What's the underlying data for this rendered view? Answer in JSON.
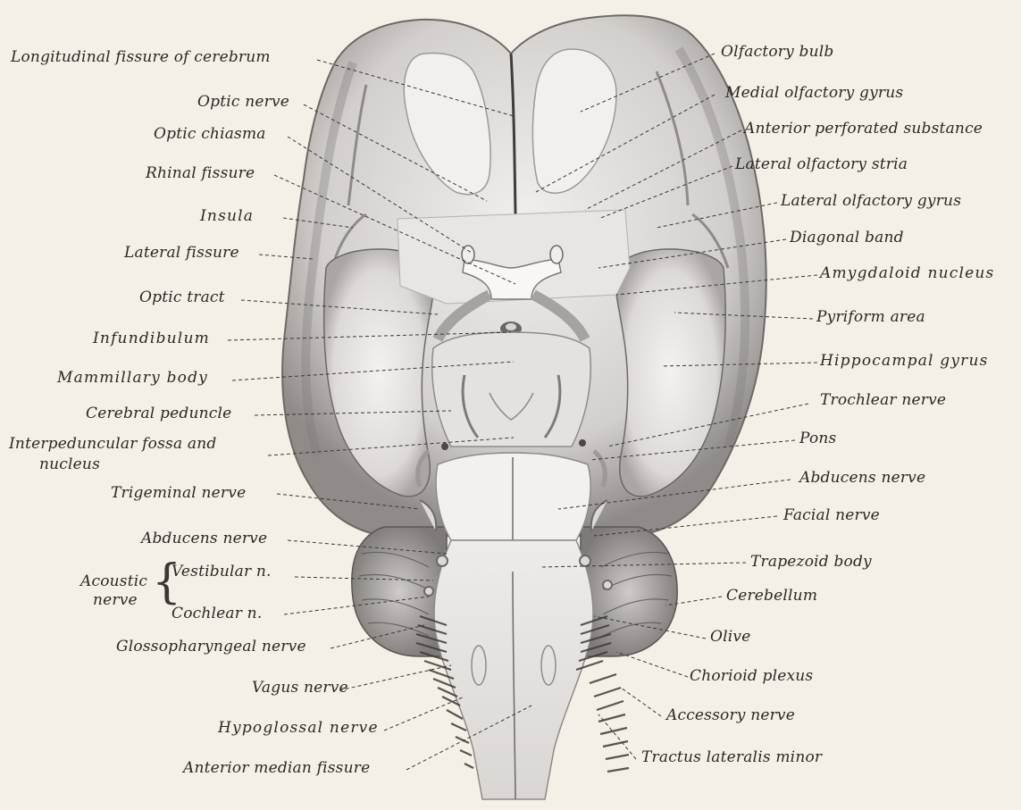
{
  "figure": {
    "labels_left": {
      "longitudinal_fissure": "Longitudinal fissure of cerebrum",
      "optic_nerve": "Optic nerve",
      "optic_chiasma": "Optic chiasma",
      "rhinal_fissure": "Rhinal fissure",
      "insula": "Insula",
      "lateral_fissure": "Lateral fissure",
      "optic_tract": "Optic tract",
      "infundibulum": "Infundibulum",
      "mammillary_body": "Mammillary body",
      "cerebral_peduncle": "Cerebral peduncle",
      "interpeduncular_fossa_line1": "Interpeduncular fossa and",
      "interpeduncular_fossa_line2": "nucleus",
      "trigeminal_nerve": "Trigeminal nerve",
      "abducens_nerve": "Abducens nerve",
      "acoustic_nerve_line1": "Acoustic",
      "acoustic_nerve_line2": "nerve",
      "vestibular_n": "Vestibular n.",
      "cochlear_n": "Cochlear n.",
      "glossopharyngeal_nerve": "Glossopharyngeal nerve",
      "vagus_nerve": "Vagus nerve",
      "hypoglossal_nerve": "Hypoglossal nerve",
      "anterior_median_fissure": "Anterior median fissure"
    },
    "labels_right": {
      "olfactory_bulb": "Olfactory bulb",
      "medial_olfactory_gyrus": "Medial olfactory gyrus",
      "anterior_perforated_substance": "Anterior perforated substance",
      "lateral_olfactory_stria": "Lateral olfactory stria",
      "lateral_olfactory_gyrus": "Lateral olfactory gyrus",
      "diagonal_band": "Diagonal band",
      "amygdaloid_nucleus": "Amygdaloid nucleus",
      "pyriform_area": "Pyriform area",
      "hippocampal_gyrus": "Hippocampal gyrus",
      "trochlear_nerve": "Trochlear nerve",
      "pons": "Pons",
      "abducens_nerve": "Abducens nerve",
      "facial_nerve": "Facial nerve",
      "trapezoid_body": "Trapezoid body",
      "cerebellum": "Cerebellum",
      "olive": "Olive",
      "chorioid_plexus": "Chorioid plexus",
      "accessory_nerve": "Accessory nerve",
      "tractus_lateralis_minor": "Tractus lateralis minor"
    },
    "colors": {
      "background": "#f4f0e7",
      "brain_light": "#e9e6e3",
      "brain_mid": "#b9b6b3",
      "brain_dark": "#5a5755",
      "ink": "#2a2826"
    }
  }
}
